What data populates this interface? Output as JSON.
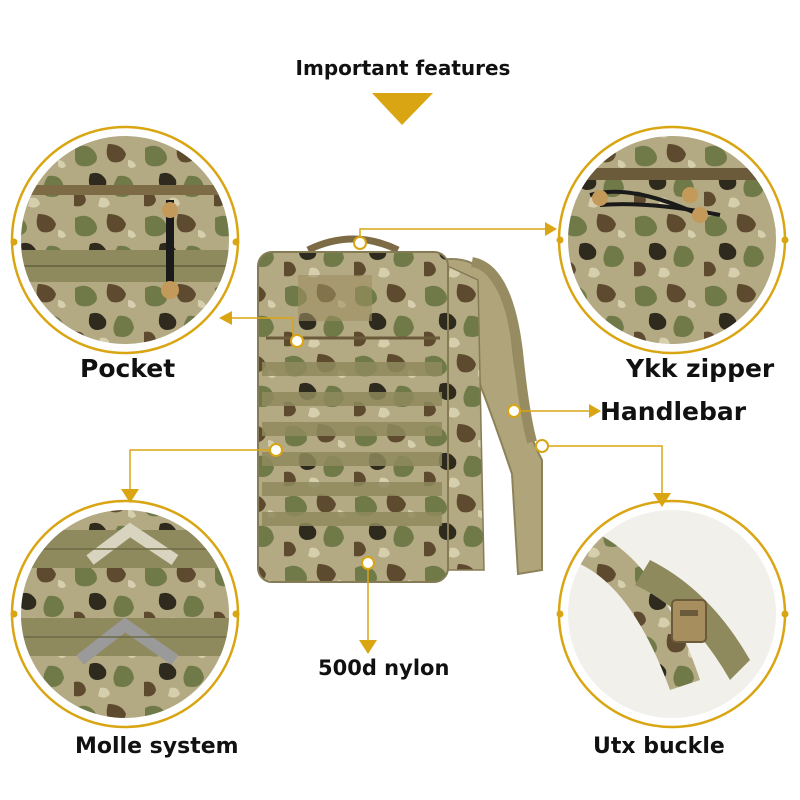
{
  "header": {
    "title": "Important features"
  },
  "callouts": {
    "pocket": "Pocket",
    "ykk_zipper": "Ykk zipper",
    "handlebar": "Handlebar",
    "nylon": "500d nylon",
    "molle": "Molle system",
    "utx_buckle": "Utx buckle"
  },
  "colors": {
    "accent": "#d9a512",
    "text": "#111111",
    "camo_base": "#b3a982",
    "camo_green": "#6f7a48",
    "camo_brown": "#5e4a2e",
    "camo_dark": "#2f2a1e",
    "webbing": "#8f8a5e"
  }
}
